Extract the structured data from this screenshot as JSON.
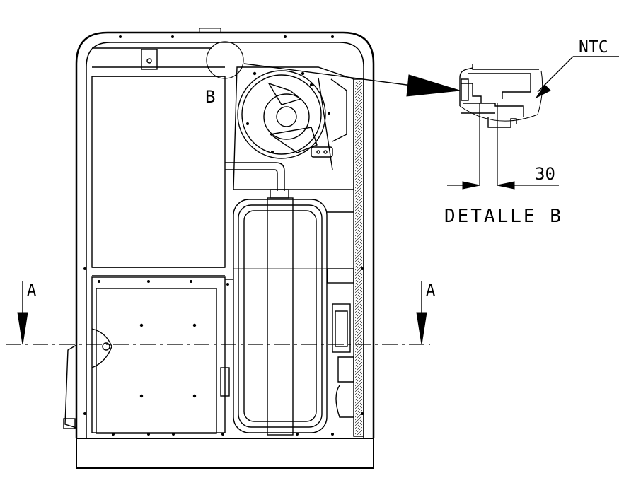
{
  "labels": {
    "detail_marker": "B",
    "sensor": "NTC",
    "dimension": "30",
    "detail_title": "DETALLE B",
    "section_left": "A",
    "section_right": "A"
  },
  "colors": {
    "line": "#000000",
    "background": "#ffffff"
  }
}
